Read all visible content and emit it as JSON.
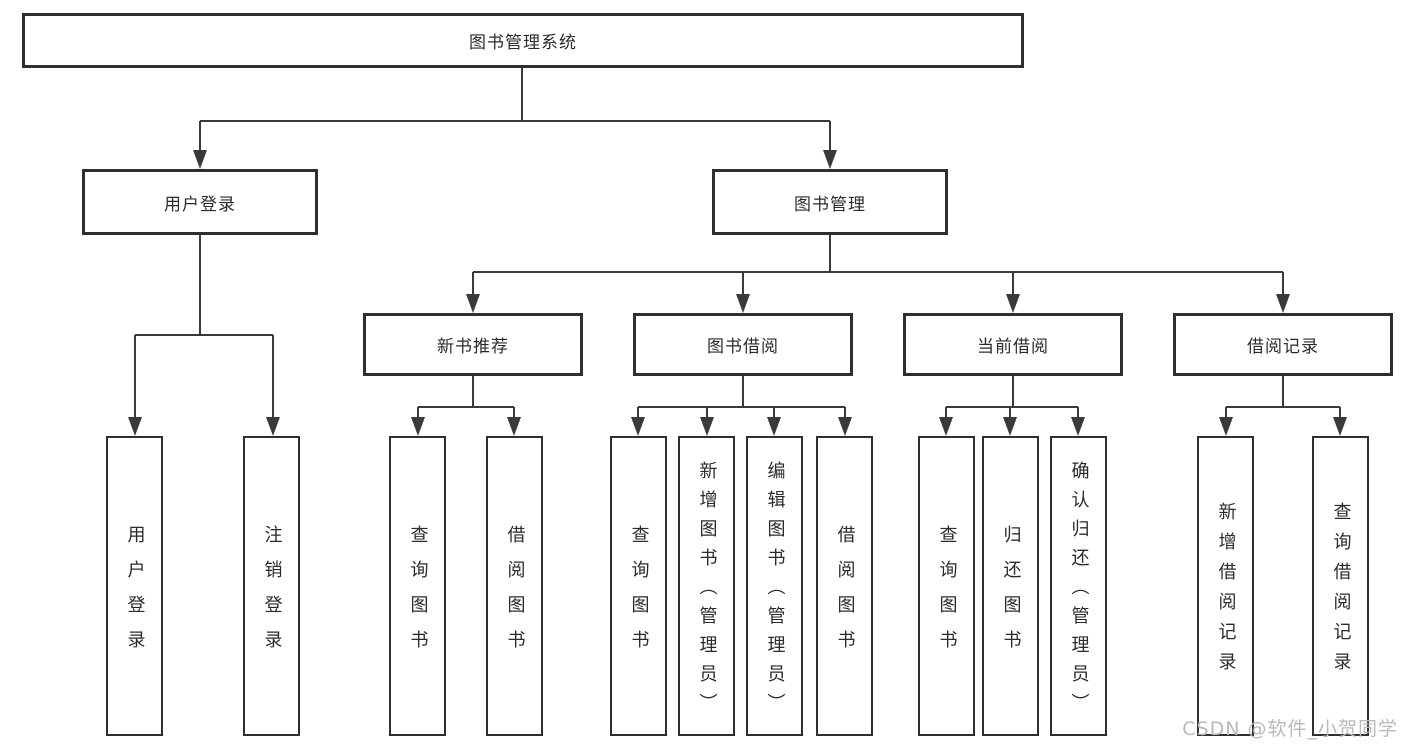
{
  "diagram": {
    "root": {
      "label": "图书管理系统"
    },
    "level2": [
      {
        "label": "用户登录"
      },
      {
        "label": "图书管理"
      }
    ],
    "level3": [
      {
        "label": "新书推荐"
      },
      {
        "label": "图书借阅"
      },
      {
        "label": "当前借阅"
      },
      {
        "label": "借阅记录"
      }
    ],
    "leaves": [
      {
        "label": "用户登录"
      },
      {
        "label": "注销登录"
      },
      {
        "label": "查询图书"
      },
      {
        "label": "借阅图书"
      },
      {
        "label": "查询图书"
      },
      {
        "label": "新增图书（管理员）"
      },
      {
        "label": "编辑图书（管理员）"
      },
      {
        "label": "借阅图书"
      },
      {
        "label": "查询图书"
      },
      {
        "label": "归还图书"
      },
      {
        "label": "确认归还（管理员）"
      },
      {
        "label": "新增借阅记录"
      },
      {
        "label": "查询借阅记录"
      }
    ]
  },
  "watermark": {
    "text": "CSDN @软件_小贺同学"
  },
  "colors": {
    "line": "#3a3a3a",
    "box_border": "#2f2f2f",
    "text": "#2b2b2b",
    "watermark": "#b9b9b9",
    "background": "#ffffff"
  }
}
